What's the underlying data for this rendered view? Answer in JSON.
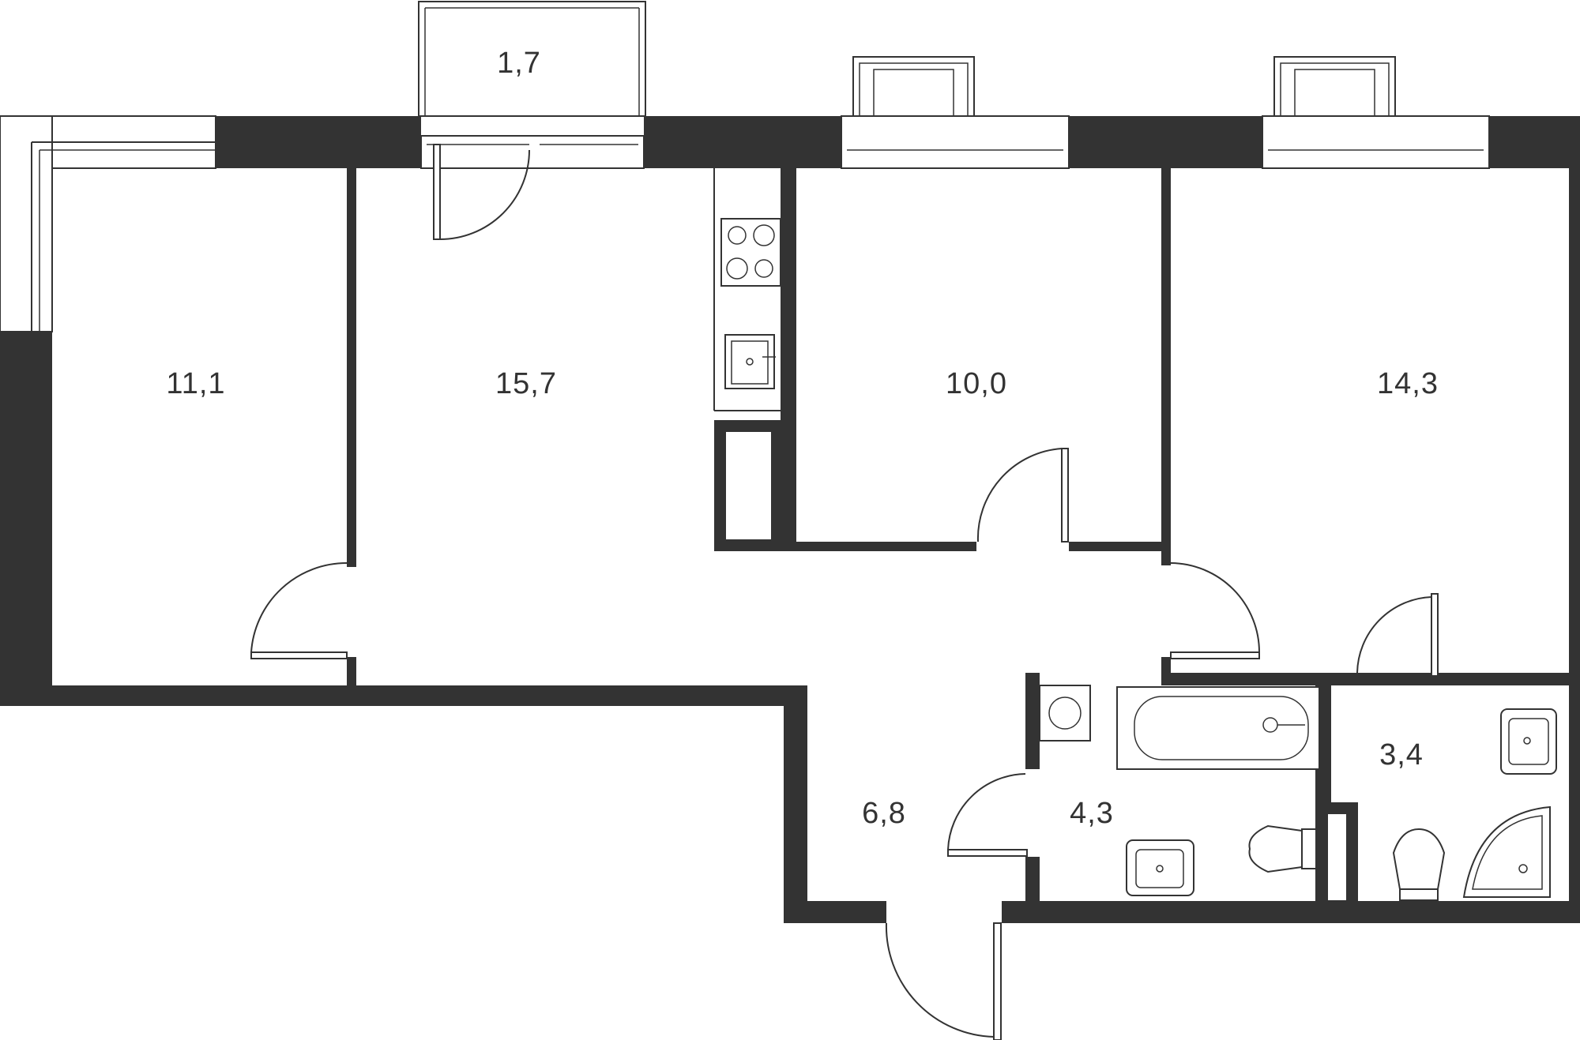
{
  "colors": {
    "wall": "#333333",
    "background": "#ffffff"
  },
  "rooms": [
    {
      "id": "room-left",
      "area": "11,1"
    },
    {
      "id": "room-living",
      "area": "15,7"
    },
    {
      "id": "room-middle",
      "area": "10,0"
    },
    {
      "id": "room-right",
      "area": "14,3"
    },
    {
      "id": "room-hall",
      "area": "6,8"
    },
    {
      "id": "room-bath",
      "area": "4,3"
    },
    {
      "id": "room-wc",
      "area": "3,4"
    },
    {
      "id": "room-balcony",
      "area": "1,7"
    }
  ],
  "icons": [
    "stove-icon",
    "kitchen-sink-icon",
    "bathtub-icon",
    "washing-machine-icon",
    "washbasin-icon",
    "toilet-icon",
    "shower-icon",
    "window-icon",
    "door-icon"
  ]
}
